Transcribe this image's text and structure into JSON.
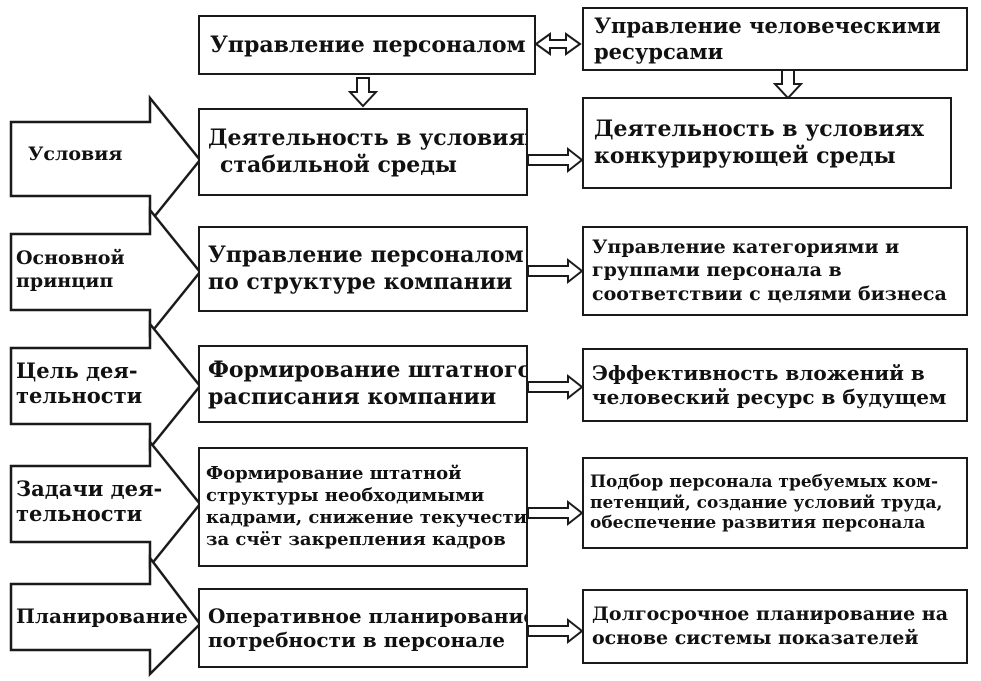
{
  "top": {
    "left_title": "Управление персоналом",
    "right_title": [
      "Управление человеческими",
      "ресурсами"
    ]
  },
  "rows": [
    {
      "label": [
        "Условия"
      ],
      "left": [
        "Деятельность в условиях",
        "стабильной среды"
      ],
      "right": [
        "Деятельность в условиях",
        "конкурирующей среды"
      ]
    },
    {
      "label": [
        "Основной",
        "принцип"
      ],
      "left": [
        "Управление персоналом",
        "по структуре компании"
      ],
      "right": [
        "Управление категориями и",
        "группами персонала в",
        "соответствии с целями бизнеса"
      ]
    },
    {
      "label": [
        "Цель дея-",
        "тельности"
      ],
      "left": [
        "Формирование штатного",
        "расписания компании"
      ],
      "right": [
        "Эффективность вложений в",
        "человеский ресурс в будущем"
      ]
    },
    {
      "label": [
        "Задачи дея-",
        "тельности"
      ],
      "left": [
        "Формирование штатной",
        "структуры необходимыми",
        "кадрами, снижение текучести",
        "за счёт закрепления кадров"
      ],
      "right": [
        "Подбор персонала требуемых ком-",
        "петенций, создание условий труда,",
        "обеспечение развития персонала"
      ]
    },
    {
      "label": [
        "Планирование"
      ],
      "left": [
        "Оперативное планирование",
        "потребности в персонале"
      ],
      "right": [
        "Долгосрочное планирование на",
        "основе системы показателей"
      ]
    }
  ]
}
